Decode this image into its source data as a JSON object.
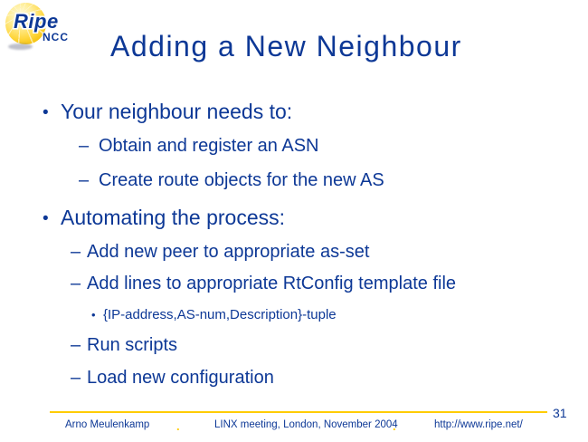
{
  "logo": {
    "brand": "Ripe",
    "org": "NCC"
  },
  "title": "Adding a New Neighbour",
  "bullets": [
    {
      "marker": "•",
      "text": "Your neighbour needs to:"
    },
    {
      "marker": "–",
      "text": "Obtain and register an ASN"
    },
    {
      "marker": "–",
      "text": "Create route objects for the new AS"
    },
    {
      "marker": "•",
      "text": "Automating the process:"
    },
    {
      "marker": "–",
      "text": "Add new peer to appropriate as-set"
    },
    {
      "marker": "–",
      "text": "Add lines to appropriate RtConfig template file"
    },
    {
      "marker": "•",
      "text": "{IP-address,AS-num,Description}-tuple"
    },
    {
      "marker": "–",
      "text": "Run scripts"
    },
    {
      "marker": "–",
      "text": "Load new configuration"
    }
  ],
  "footer": {
    "author": "Arno Meulenkamp",
    "dot": ".",
    "event": "LINX meeting, London, November 2004",
    "url": "http://www.ripe.net/",
    "page_number": "31"
  },
  "colors": {
    "text_navy": "#0d3896",
    "accent_gold": "#ffcc00"
  }
}
